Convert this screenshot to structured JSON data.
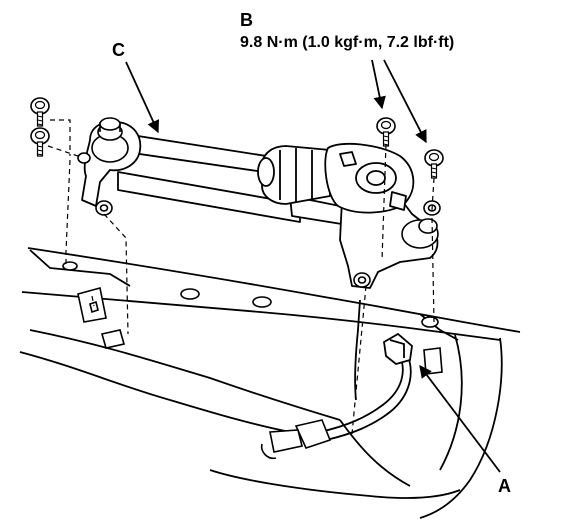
{
  "labels": {
    "b": "B",
    "torque": "9.8 N·m (1.0 kgf·m, 7.2 lbf·ft)",
    "c": "C",
    "a": "A"
  },
  "colors": {
    "line": "#000000",
    "background": "#ffffff"
  }
}
